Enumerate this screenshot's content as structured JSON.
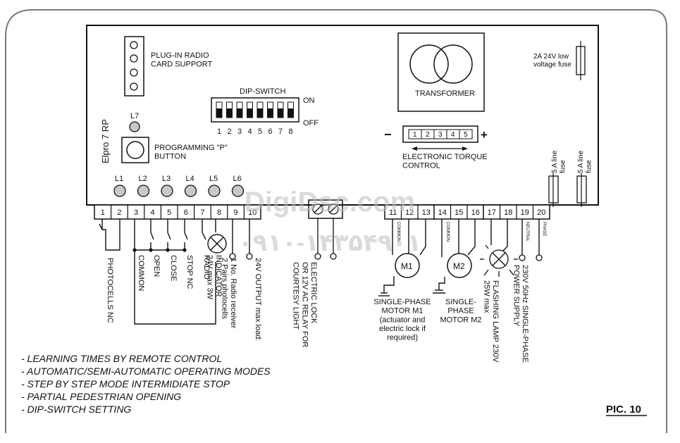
{
  "board": {
    "model": "Elpro 7 RP",
    "radio_card": "PLUG-IN RADIO\nCARD SUPPORT",
    "dip_title": "DIP-SWITCH",
    "dip_on": "ON",
    "dip_off": "OFF",
    "dip_numbers": [
      "1",
      "2",
      "3",
      "4",
      "5",
      "6",
      "7",
      "8"
    ],
    "transformer": "TRANSFORMER",
    "fuse_lv": "2A 24V low\nvoltage fuse",
    "l7": "L7",
    "prog_button": "PROGRAMMING \"P\"\nBUTTON",
    "leds": [
      "L1",
      "L2",
      "L3",
      "L4",
      "L5",
      "L6"
    ],
    "torque_label": "ELECTRONIC TORQUE\nCONTROL",
    "torque_numbers": [
      "1",
      "2",
      "3",
      "4",
      "5"
    ],
    "torque_minus": "−",
    "torque_plus": "+",
    "line_fuse_1": "5 A line\nfuse",
    "line_fuse_2": "5 A line\nfuse"
  },
  "terminals": {
    "left": [
      "1",
      "2",
      "3",
      "4",
      "5",
      "6",
      "7",
      "8",
      "9",
      "10"
    ],
    "right_a": [
      "11",
      "12",
      "13"
    ],
    "right_b": [
      "14",
      "15",
      "16"
    ],
    "right_c": [
      "17",
      "18",
      "19",
      "20"
    ],
    "common_tag": "COMMON",
    "neutral_tag": "NEUTRAL",
    "phase_tag": "PHASE"
  },
  "wiring": {
    "photocells": "PHOTOCELLS NC",
    "common": "COMMON",
    "open": "OPEN",
    "close": "CLOSE",
    "stop": "STOP NC",
    "radio": "RADIO",
    "indicator": "INDICATOR\n24V max 3W",
    "receiver": "1 No. Radio receiver\n2 Pairs photocells",
    "output24": "24V OUTPUT max load:",
    "electric_lock": "ELECTRIC LOCK\nOR 12V AC RELAY FOR\nCOURTESY LIGHT",
    "m1": "M1",
    "m2": "M2",
    "m1_label": "SINGLE-PHASE\nMOTOR M1\n(actuator and\nelectric lock if\nrequired)",
    "m2_label": "SINGLE-\nPHASE\nMOTOR M2",
    "flashing": "FLASHING LAMP 230V\n25W max",
    "power": "230V 50Hz SINGLE-PHASE\nPOWER SUPPLY"
  },
  "features": [
    "- LEARNING TIMES BY REMOTE CONTROL",
    "- AUTOMATIC/SEMI-AUTOMATIC OPERATING MODES",
    "- STEP BY STEP MODE INTERMIDIATE STOP",
    "- PARTIAL PEDESTRIAN OPENING",
    "- DIP-SWITCH SETTING"
  ],
  "pic_label": "PIC. 10",
  "watermark": {
    "latin": "DigiDsc.com",
    "phone": "۰۹۱۰-۱۴۳۵۴۹۰۱"
  },
  "colors": {
    "line": "#111111",
    "led": "#c8c8c8",
    "frame": "#7a7a7a",
    "watermark": "#bdbdbd"
  }
}
